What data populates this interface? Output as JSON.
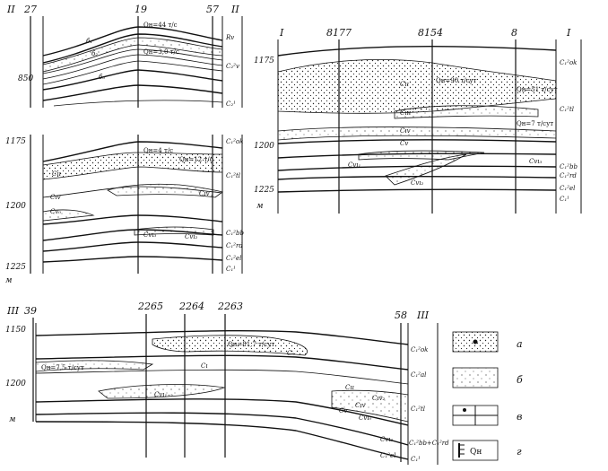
{
  "panel_II": {
    "section_left": "II",
    "section_right": "II",
    "wells": [
      "27",
      "19",
      "57"
    ],
    "depth_top": "850",
    "units": [
      "Rv",
      "C₂²v",
      "C₂¹"
    ],
    "q1": "Qн=44 т/с",
    "q2": "Qн=3,0 т/с",
    "b1": "б₁",
    "b2": "б₂",
    "b3": "б₃"
  },
  "panel_II_lower": {
    "depths": [
      "1175",
      "1200",
      "1225"
    ],
    "m": "м",
    "q1": "Qн=4 т/с",
    "q2": "Qн=12 т/с",
    "beds": [
      "Cıı",
      "Cıv",
      "Cıv",
      "Cv₀",
      "Cvı₃",
      "Cvı₂",
      "Cıv",
      "Cıı"
    ],
    "units": [
      "C₁²ok",
      "C₁²tl",
      "C₁²bb",
      "C₁²rd",
      "C₁²el",
      "C₁¹"
    ]
  },
  "panel_I": {
    "section_left": "I",
    "section_right": "I",
    "wells": [
      "8177",
      "8154",
      "8"
    ],
    "depths": [
      "1175",
      "1200",
      "1225"
    ],
    "m": "м",
    "q1": "Qн=90 т/сут",
    "q2": "Qн=51 т/сут",
    "q3": "Qн=7 т/сут",
    "beds": [
      "Cıı",
      "Cııı",
      "Cıv",
      "Cv",
      "Cvı₁",
      "Cvı₂",
      "Cvı₃"
    ],
    "units": [
      "C₁²ok",
      "C₁²tl",
      "C₁²bb",
      "C₁²rd",
      "C₁²el",
      "C₁¹"
    ]
  },
  "panel_III": {
    "section_left": "III",
    "section_right": "III",
    "wells": [
      "39",
      "2265",
      "2264",
      "2263",
      "58"
    ],
    "depths": [
      "1150",
      "1200"
    ],
    "m": "м",
    "q1": "Qн=7,5 т/сут",
    "q2": "Qн=81,7 т/сут",
    "beds": [
      "C₀",
      "Cı",
      "Cvı₁₊₂",
      "Cıı",
      "Cıv₂",
      "Cıv",
      "Cv",
      "Cvı₀",
      "Cvı₃"
    ],
    "units": [
      "C₁²ok",
      "C₁²al",
      "C₁²tl",
      "C₁²bb+C₁²rd",
      "C₁²el",
      "C₁¹"
    ]
  },
  "legend": {
    "items": [
      {
        "key": "a",
        "label": "а"
      },
      {
        "key": "b",
        "label": "б"
      },
      {
        "key": "v",
        "label": "в"
      },
      {
        "key": "g",
        "label": "г",
        "sym": "Qн"
      }
    ]
  }
}
